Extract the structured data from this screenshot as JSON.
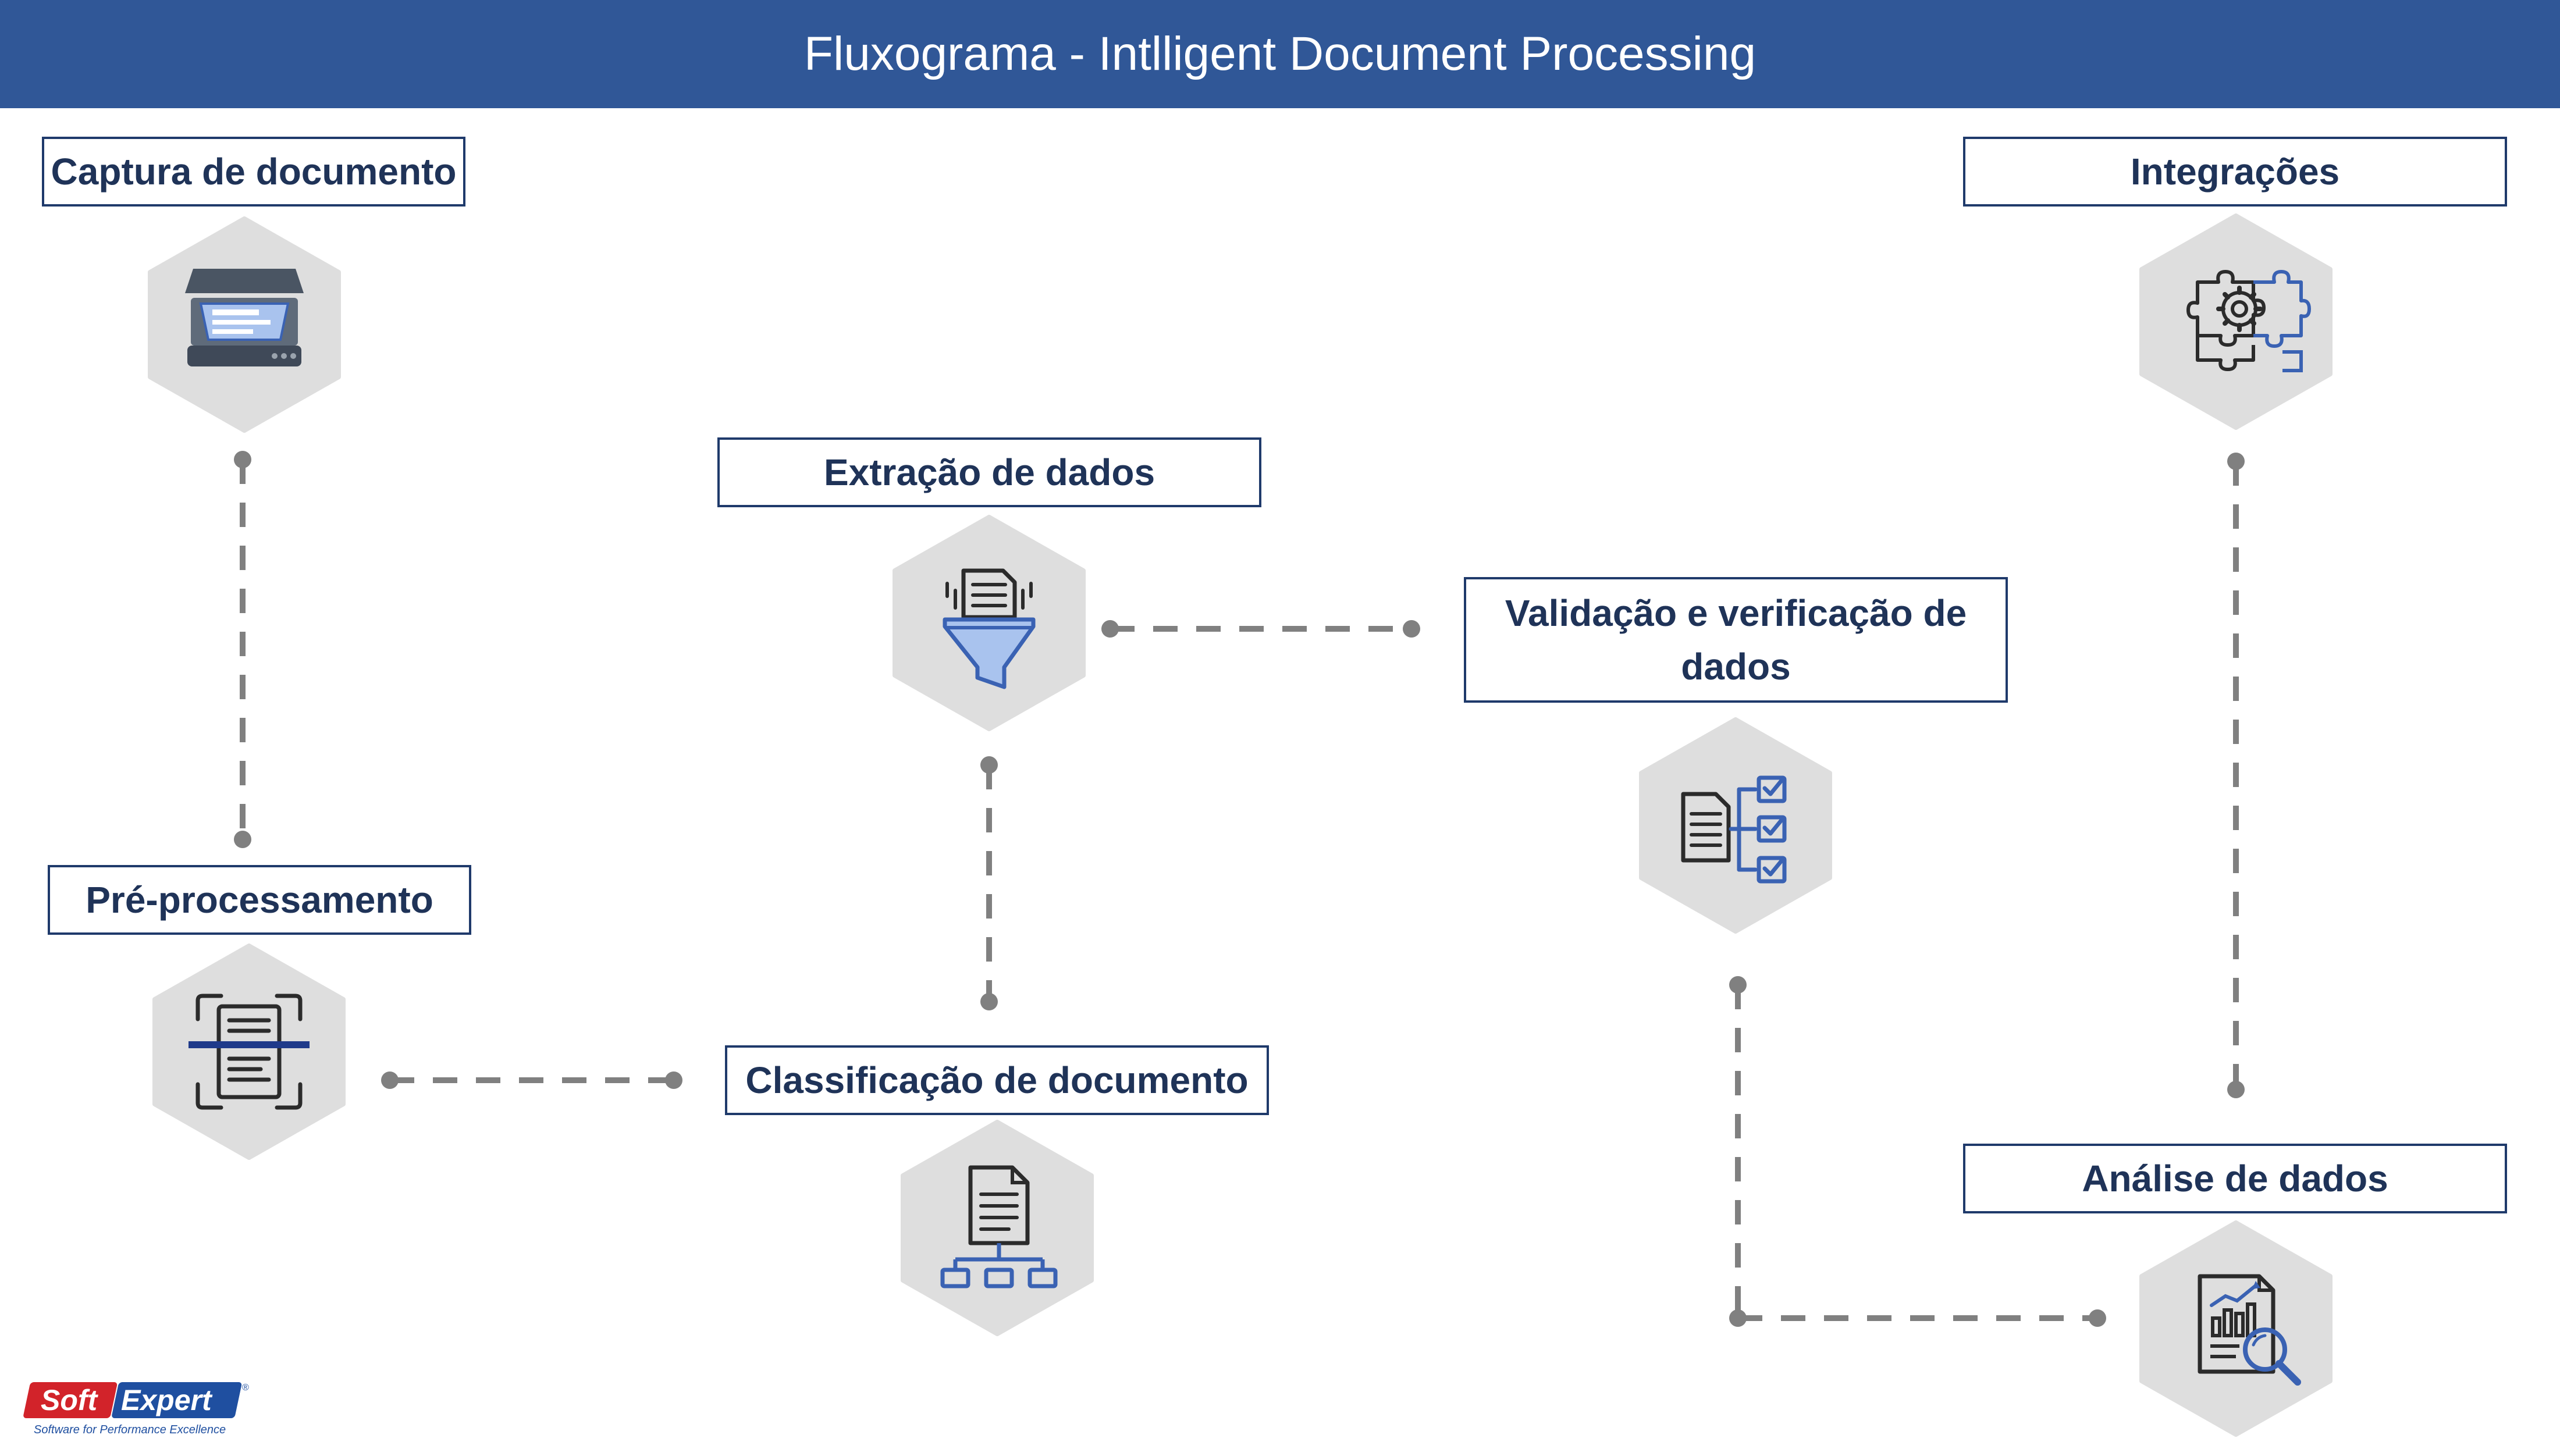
{
  "title": "Fluxograma - Intlligent Document Processing",
  "colors": {
    "header_bg": "#305797",
    "box_border": "#1f3a6b",
    "box_text": "#1f3358",
    "hexagon_fill": "#dedede",
    "connector": "#808080",
    "icon_dark": "#2b2b2b",
    "icon_blue": "#3a62b3",
    "logo_red": "#d2232a",
    "logo_blue": "#1f4fa0"
  },
  "steps": [
    {
      "label": "Captura de documento",
      "icon": "scanner-icon"
    },
    {
      "label": "Pré-processamento",
      "icon": "scan-document-icon"
    },
    {
      "label": "Classificação de documento",
      "icon": "document-hierarchy-icon"
    },
    {
      "label": "Extração de dados",
      "icon": "document-funnel-icon"
    },
    {
      "label": "Validação e verificação de dados",
      "icon": "checklist-icon"
    },
    {
      "label": "Análise de dados",
      "icon": "report-magnifier-icon"
    },
    {
      "label": "Integrações",
      "icon": "puzzle-gear-icon"
    }
  ],
  "logo": {
    "brand_part1": "Soft",
    "brand_part2": "Expert",
    "tagline": "Software for Performance Excellence",
    "registered_mark": "®"
  }
}
